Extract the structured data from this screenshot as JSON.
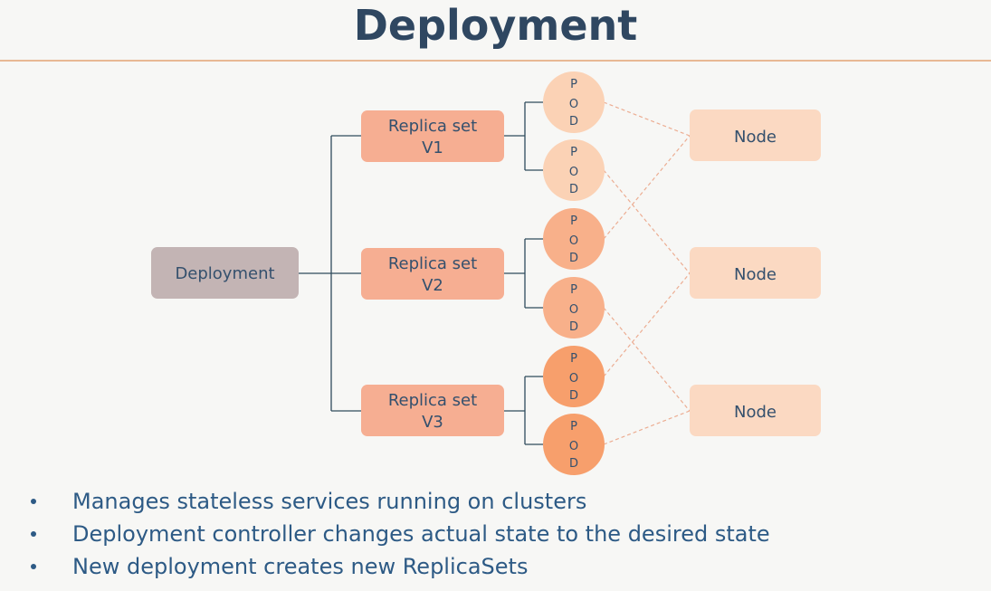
{
  "title": "Deployment",
  "diagram": {
    "root": {
      "label": "Deployment"
    },
    "replica_sets": [
      {
        "line1": "Replica set",
        "line2": "V1"
      },
      {
        "line1": "Replica set",
        "line2": "V2"
      },
      {
        "line1": "Replica set",
        "line2": "V3"
      }
    ],
    "pod_letters": [
      "P",
      "O",
      "D"
    ],
    "nodes": [
      {
        "label": "Node"
      },
      {
        "label": "Node"
      },
      {
        "label": "Node"
      }
    ]
  },
  "bullets": [
    "Manages stateless services running on clusters",
    "Deployment controller changes actual state to the desired state",
    "New deployment creates new ReplicaSets"
  ],
  "colors": {
    "title": "#2f4761",
    "root_fill": "#c3b4b4",
    "replica_fill": "#f6ae92",
    "pod_v1_fill": "#fbd2b5",
    "pod_v2_fill": "#f8b08a",
    "pod_v3_fill": "#f79f6c",
    "node_fill": "#fbd9c2",
    "connector": "#2f4b5c",
    "dashed": "#ecad92",
    "bullet_text": "#2d5a85"
  }
}
